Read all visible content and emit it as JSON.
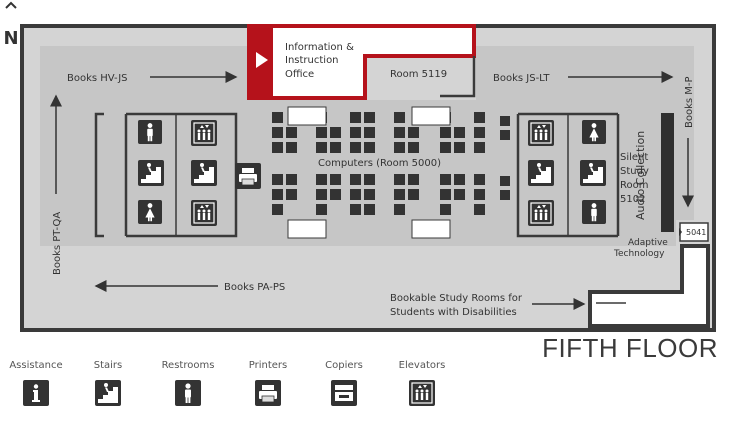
{
  "compass": "N",
  "floor_title": "FIFTH FLOOR",
  "labels": {
    "info_office": [
      "Information &",
      "Instruction",
      "Office"
    ],
    "room_5119": "Room 5119",
    "books_hv_js": "Books HV-JS",
    "books_js_lt": "Books JS-LT",
    "books_m_p": "Books M-P",
    "books_pt_qa": "Books PT-QA",
    "books_pa_ps": "Books PA-PS",
    "computers": "Computers (Room 5000)",
    "silent_study": [
      "Silent",
      "Study",
      "Room",
      "5102"
    ],
    "audio_collection": "Audio Collection",
    "room_5041": "5041",
    "adaptive_tech": [
      "Adaptive",
      "Technology"
    ],
    "bookable": [
      "Bookable Study Rooms for",
      "Students with Disabilities"
    ]
  },
  "legend": [
    {
      "label": "Assistance",
      "icon": "assistance-icon"
    },
    {
      "label": "Stairs",
      "icon": "stairs-icon"
    },
    {
      "label": "Restrooms",
      "icon": "restroom-icon"
    },
    {
      "label": "Printers",
      "icon": "printer-icon"
    },
    {
      "label": "Copiers",
      "icon": "copier-icon"
    },
    {
      "label": "Elevators",
      "icon": "elevator-icon"
    }
  ],
  "colors": {
    "accent": "#b5121b",
    "floor": "#d4d4d4",
    "corridor": "#c4c4c4",
    "wall": "#3a3a3a",
    "icon": "#333333"
  }
}
